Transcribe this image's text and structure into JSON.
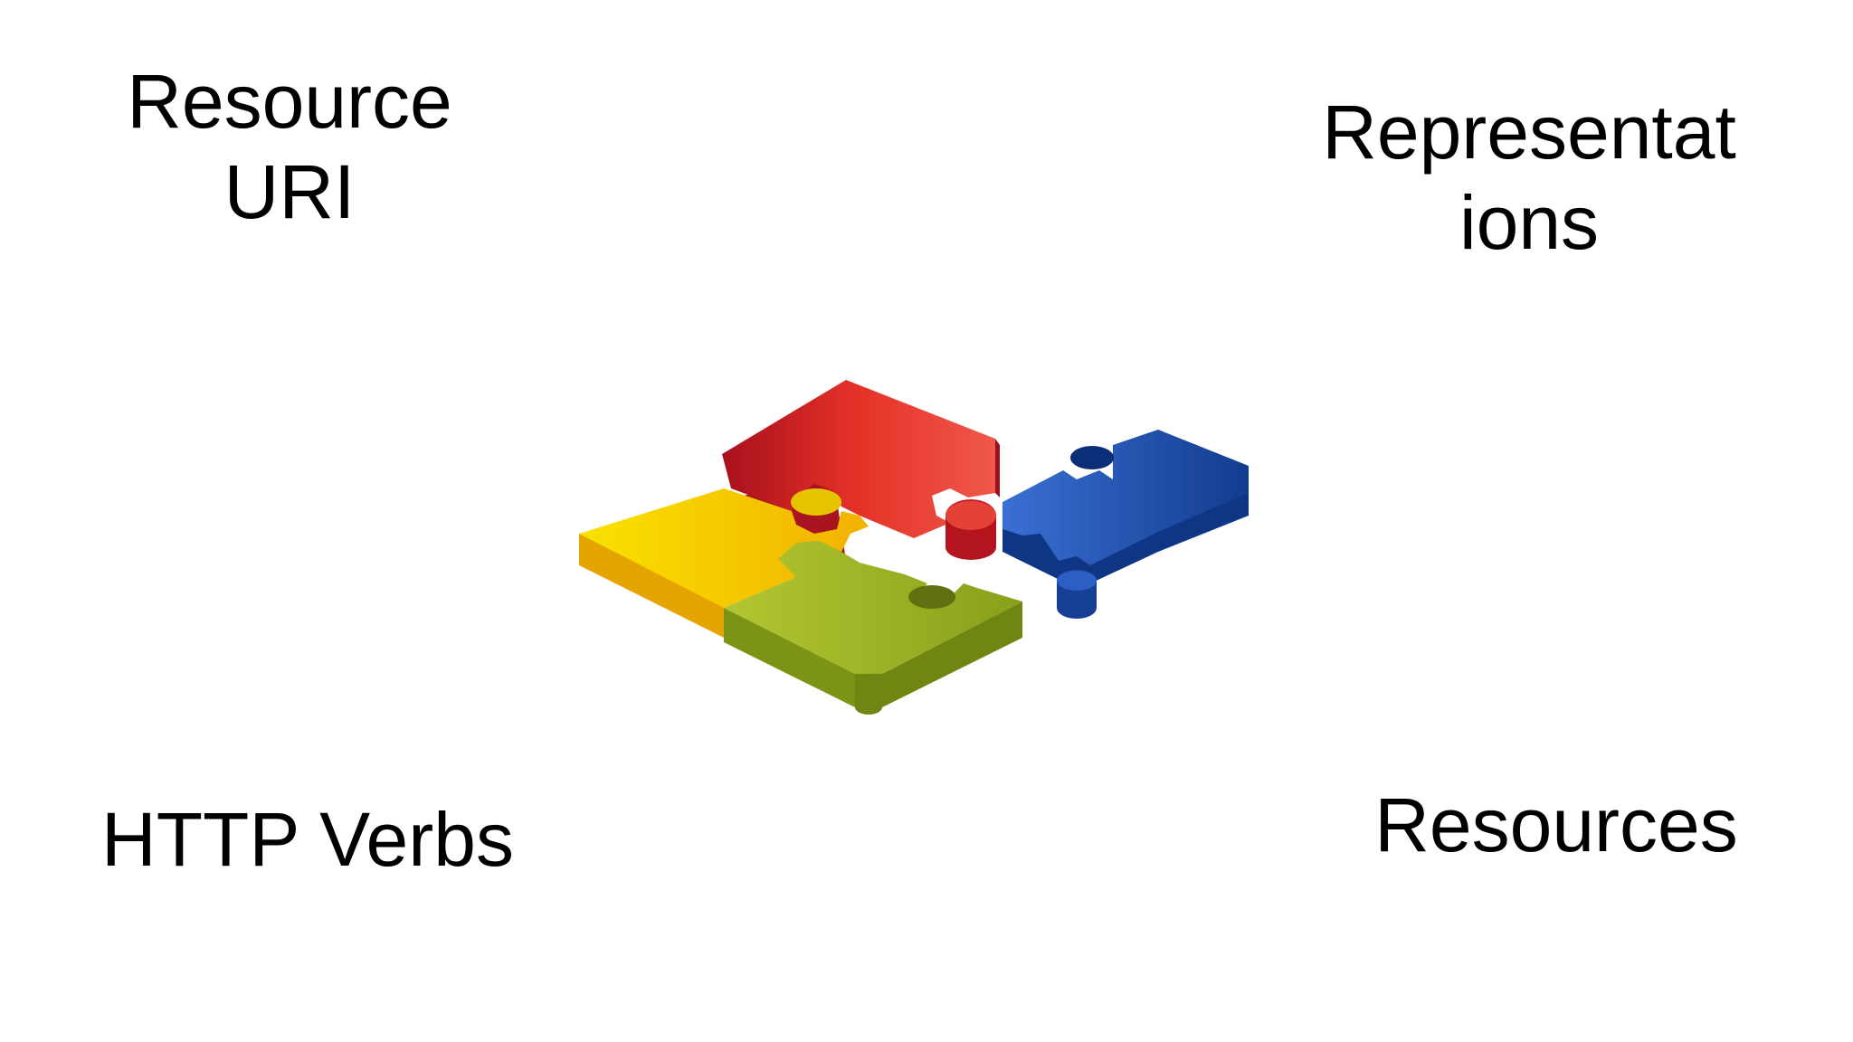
{
  "labels": {
    "top_left": {
      "line1": "Resource",
      "line2": "URI"
    },
    "top_right": {
      "line1": "Representat",
      "line2": "ions"
    },
    "bottom_left": "HTTP Verbs",
    "bottom_right": "Resources"
  },
  "puzzle": {
    "pieces": [
      {
        "name": "red",
        "color": "#e0302a"
      },
      {
        "name": "yellow",
        "color": "#f5c800"
      },
      {
        "name": "green",
        "color": "#9bb025"
      },
      {
        "name": "blue",
        "color": "#1f4fae"
      }
    ]
  }
}
